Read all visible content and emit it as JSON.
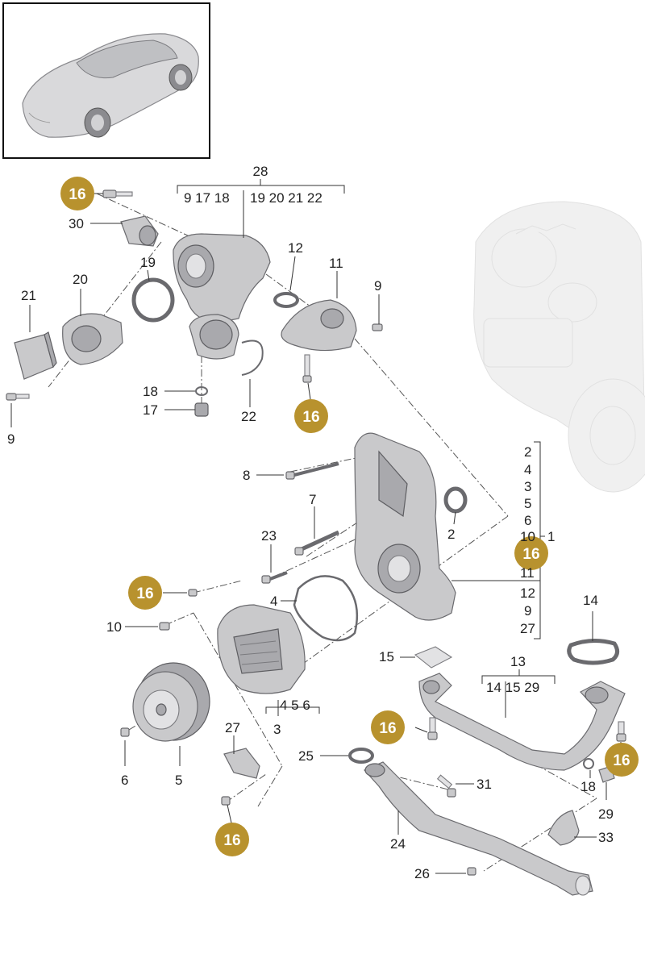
{
  "labels": {
    "l28": "28",
    "g28a": "9  17  18",
    "g28b": "19  20  21  22",
    "l30": "30",
    "l19": "19",
    "l20": "20",
    "l21": "21",
    "l12": "12",
    "l11": "11",
    "l9a": "9",
    "l9b": "9",
    "l18a": "18",
    "l17": "17",
    "l22": "22",
    "l8": "8",
    "l7": "7",
    "l2": "2",
    "l23": "23",
    "l4": "4",
    "l10": "10",
    "l1": "1",
    "s2": "2",
    "s4": "4",
    "s3": "3",
    "s5": "5",
    "s6": "6",
    "s10": "10",
    "s11": "11",
    "s12": "12",
    "s9": "9",
    "s27": "27",
    "l14": "14",
    "l13": "13",
    "g13": "14  15  29",
    "l15": "15",
    "g3": "4  5  6",
    "l3": "3",
    "l6": "6",
    "l5": "5",
    "l27": "27",
    "l25": "25",
    "l31": "31",
    "l18b": "18",
    "l29": "29",
    "l24": "24",
    "l33": "33",
    "l26": "26"
  },
  "badge_text": "16",
  "colors": {
    "badge": "#b8922e",
    "part": "#c9c9cb",
    "outline": "#6a6a6e",
    "text": "#222222"
  }
}
